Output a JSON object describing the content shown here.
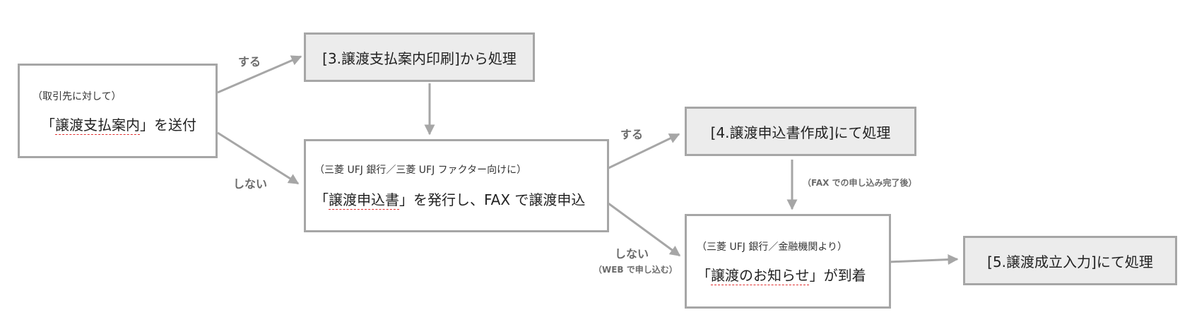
{
  "boxes": {
    "send_guide": {
      "note": "（取引先に対して）",
      "main_open": "「",
      "main_underlined": "譲渡支払案内",
      "main_close": "」を送付"
    },
    "print_guide": {
      "title": "[3.譲渡支払案内印刷]から処理"
    },
    "issue_application": {
      "note": "（三菱 UFJ 銀行／三菱 UFJ ファクター向けに）",
      "main_open": "「",
      "main_underlined": "譲渡申込書",
      "main_close": "」を発行し、FAX で譲渡申込"
    },
    "create_application": {
      "title": "[4.譲渡申込書作成]にて処理"
    },
    "notice_arrival": {
      "note": "（三菱 UFJ 銀行／金融機関より）",
      "main_open": "「",
      "main_underlined": "譲渡のお知らせ",
      "main_close": "」が到着"
    },
    "establish_input": {
      "title": "[5.譲渡成立入力]にて処理"
    }
  },
  "edge_labels": {
    "yes_1": "する",
    "no_1": "しない",
    "yes_2": "する",
    "no_2": "しない",
    "no_2_sub": "（WEB で申し込む）",
    "after_fax": "（FAX での申し込み完了後）"
  },
  "colors": {
    "border": "#a6a6a6",
    "arrow": "#a6a6a6",
    "gray_fill": "#ececec",
    "label_text": "#6b6b6b",
    "underline": "#e03030"
  }
}
